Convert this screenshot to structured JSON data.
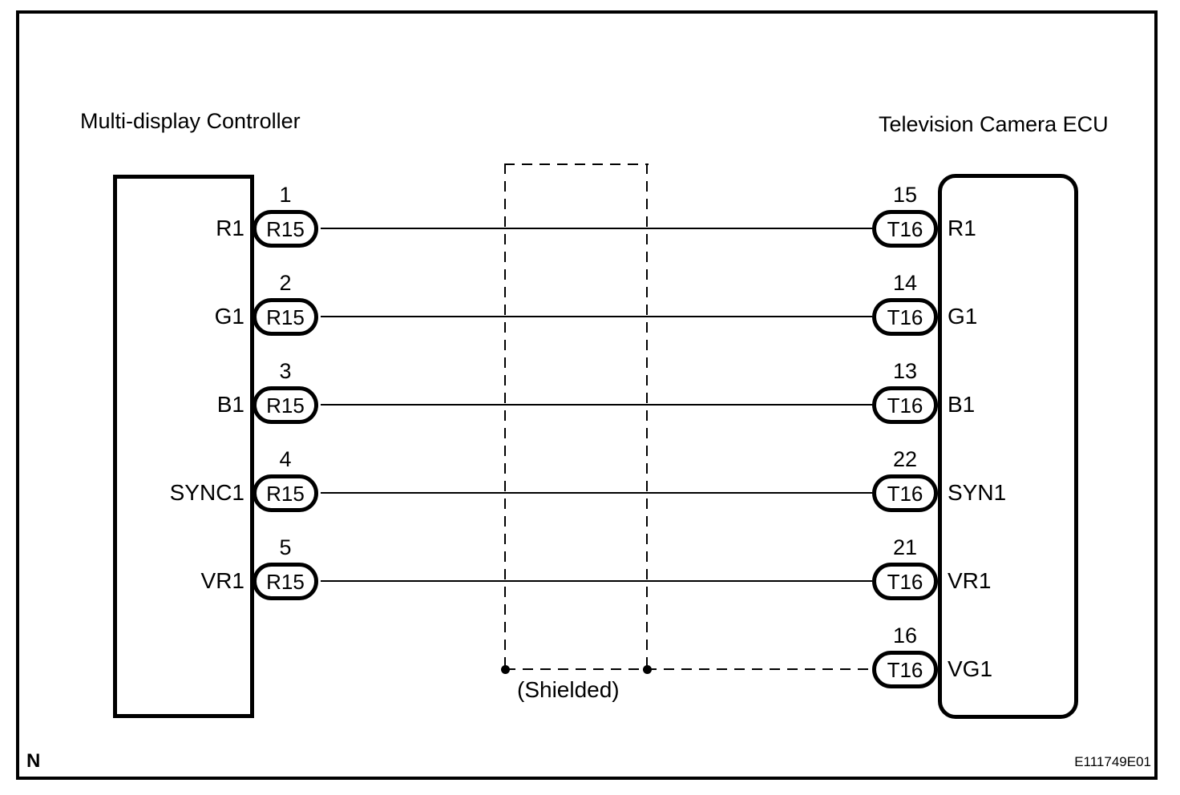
{
  "diagram": {
    "left_component": {
      "title": "Multi-display Controller"
    },
    "right_component": {
      "title": "Television Camera ECU"
    },
    "rows": [
      {
        "left_signal": "R1",
        "left_pin_no": "1",
        "left_connector": "R15",
        "right_pin_no": "15",
        "right_connector": "T16",
        "right_signal": "R1",
        "wire": "solid"
      },
      {
        "left_signal": "G1",
        "left_pin_no": "2",
        "left_connector": "R15",
        "right_pin_no": "14",
        "right_connector": "T16",
        "right_signal": "G1",
        "wire": "solid"
      },
      {
        "left_signal": "B1",
        "left_pin_no": "3",
        "left_connector": "R15",
        "right_pin_no": "13",
        "right_connector": "T16",
        "right_signal": "B1",
        "wire": "solid"
      },
      {
        "left_signal": "SYNC1",
        "left_pin_no": "4",
        "left_connector": "R15",
        "right_pin_no": "22",
        "right_connector": "T16",
        "right_signal": "SYN1",
        "wire": "solid"
      },
      {
        "left_signal": "VR1",
        "left_pin_no": "5",
        "left_connector": "R15",
        "right_pin_no": "21",
        "right_connector": "T16",
        "right_signal": "VR1",
        "wire": "solid"
      },
      {
        "right_pin_no": "16",
        "right_connector": "T16",
        "right_signal": "VG1",
        "wire": "shielded-dashed"
      }
    ],
    "shield_label": "(Shielded)",
    "note": "N",
    "figure_id": "E111749E01",
    "colors": {
      "line": "#000000",
      "background": "#ffffff"
    }
  }
}
